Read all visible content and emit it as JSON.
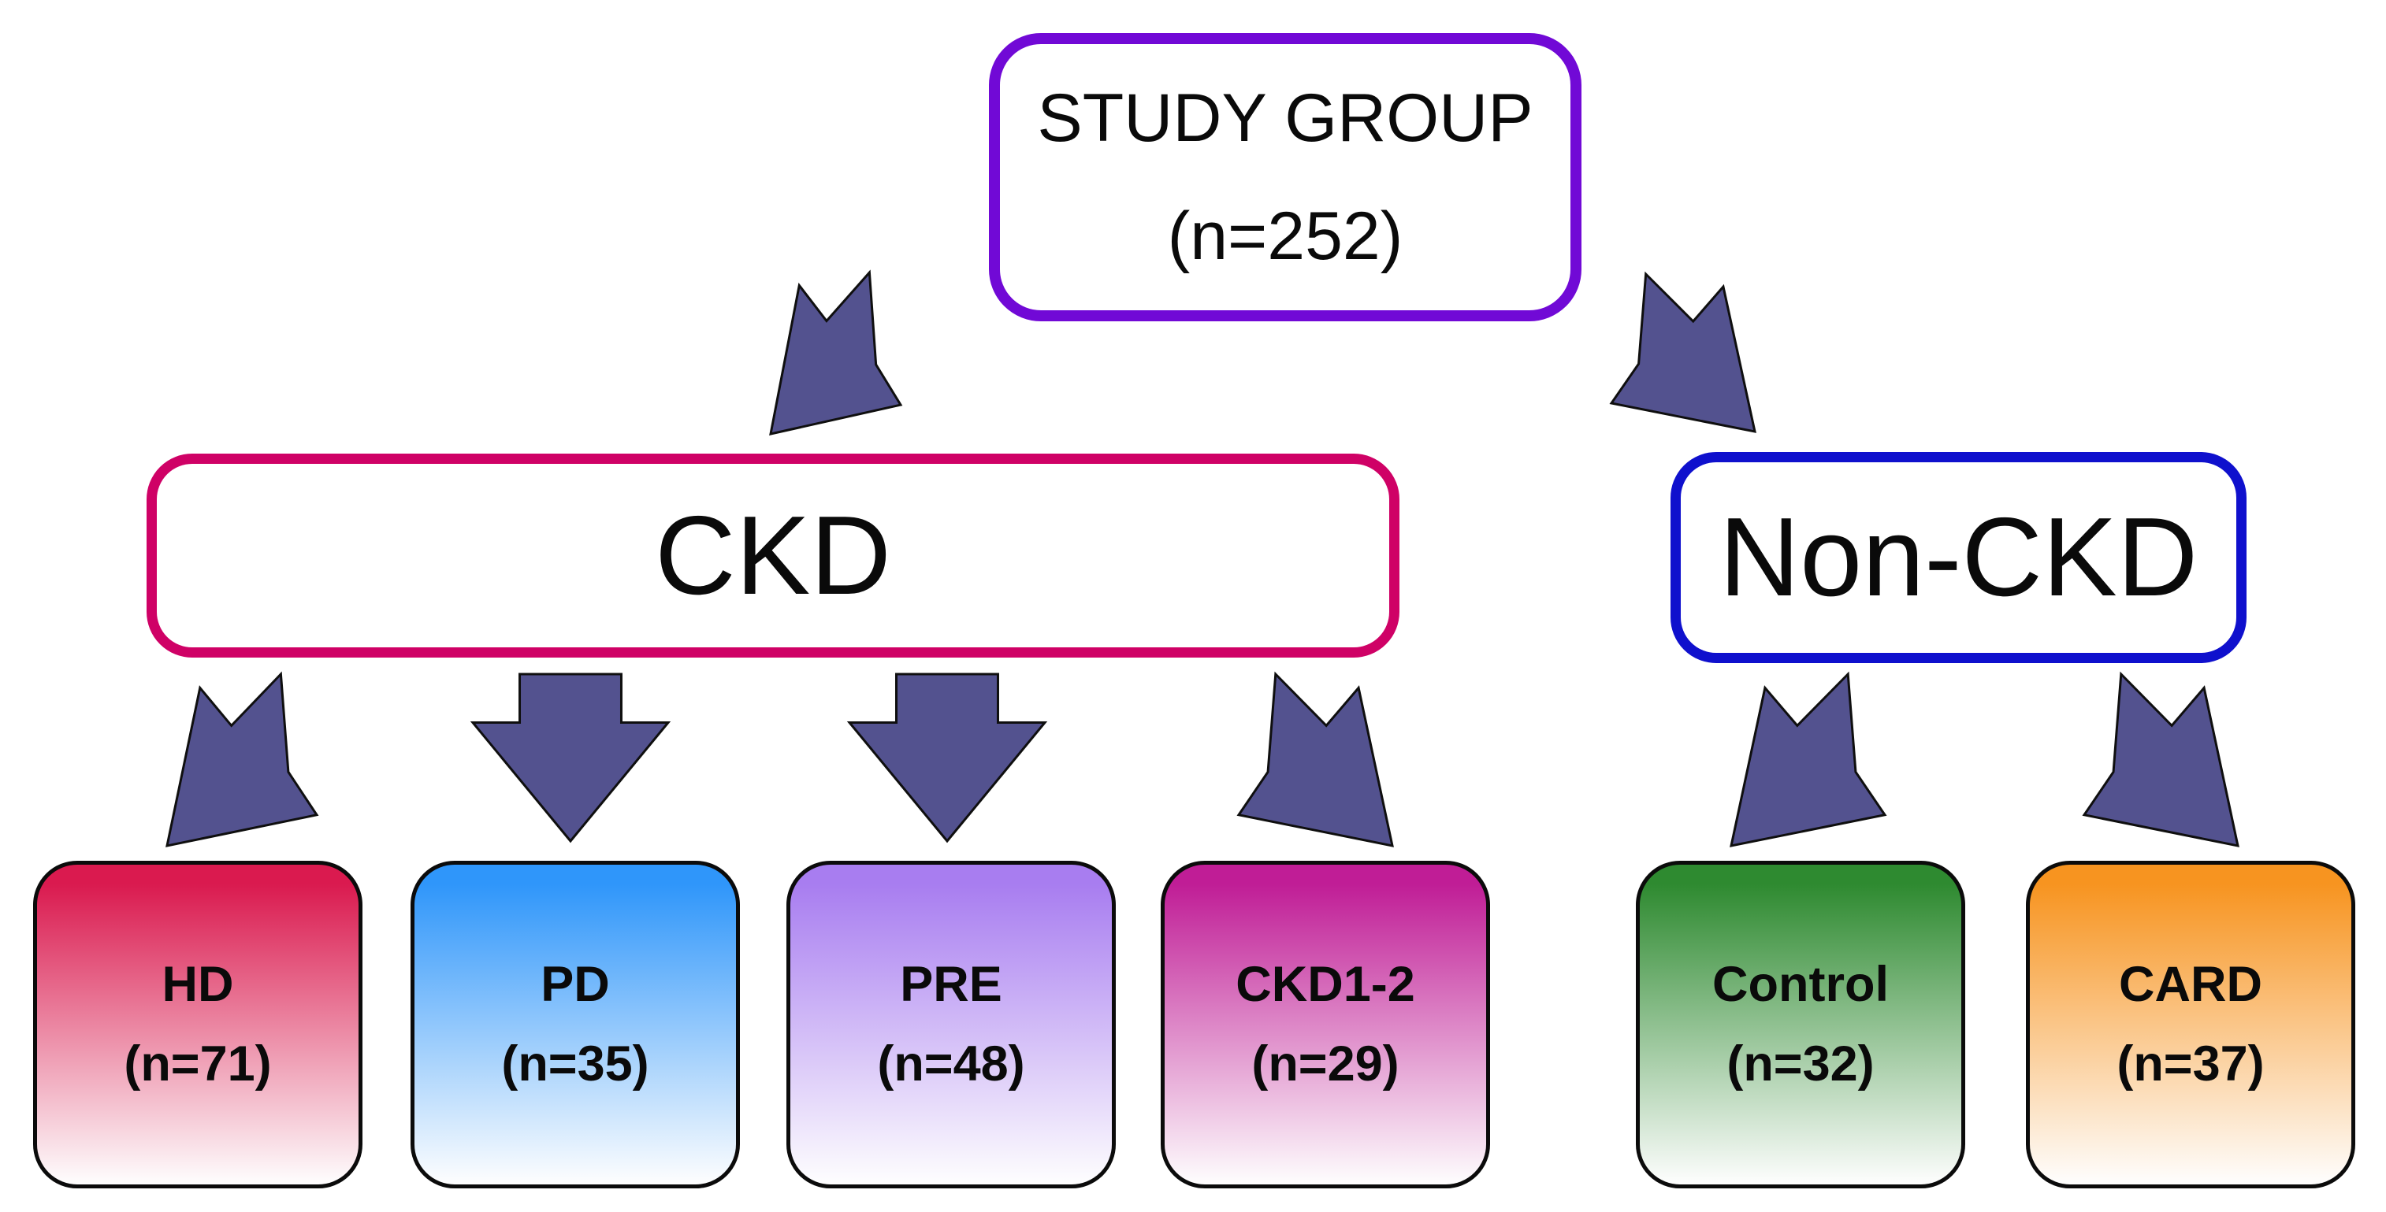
{
  "diagram": {
    "title_box": {
      "label": "STUDY GROUP",
      "n_label": "(n=252)",
      "border_color": "#7109D6"
    },
    "branches": {
      "ckd": {
        "label": "CKD",
        "border_color": "#CF0166"
      },
      "nonckd": {
        "label": "Non-CKD",
        "border_color": "#0F10CD"
      }
    },
    "leaves": [
      {
        "label": "HD",
        "n_label": "(n=71)",
        "color": "#DA1A4F"
      },
      {
        "label": "PD",
        "n_label": "(n=35)",
        "color": "#2F96FA"
      },
      {
        "label": "PRE",
        "n_label": "(n=48)",
        "color": "#A87DF0"
      },
      {
        "label": "CKD1-2",
        "n_label": "(n=29)",
        "color": "#C01D96"
      },
      {
        "label": "Control",
        "n_label": "(n=32)",
        "color": "#2E8A30"
      },
      {
        "label": "CARD",
        "n_label": "(n=37)",
        "color": "#F79420"
      }
    ],
    "arrow_fill": "#53528F",
    "arrow_stroke": "#0F0F0F"
  }
}
